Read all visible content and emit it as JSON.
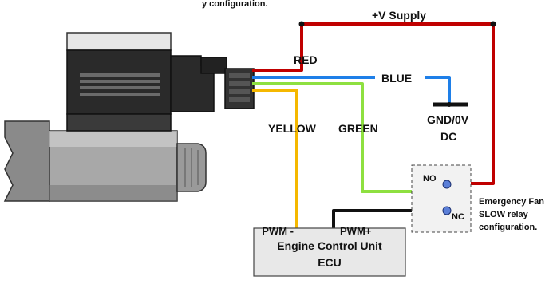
{
  "top_caption": "y conﬁguration.",
  "supply_label": "+V Supply",
  "wire_labels": {
    "red": "RED",
    "blue": "BLUE",
    "yellow": "YELLOW",
    "green": "GREEN"
  },
  "ground": {
    "line1": "GND/0V",
    "line2": "DC"
  },
  "relay": {
    "no_label": "NO",
    "nc_label": "NC",
    "caption_line1": "Emergency Fan",
    "caption_line2": "SLOW relay",
    "caption_line3": "configuration."
  },
  "pwm_labels": {
    "minus": "PWM -",
    "plus": "PWM+"
  },
  "ecu": {
    "line1": "Engine Control Unit",
    "line2": "ECU"
  },
  "colors": {
    "red_wire": "#c00000",
    "blue_wire": "#1e7fe8",
    "yellow_wire": "#f5b800",
    "green_wire": "#8ee040",
    "black_wire": "#111111",
    "ecu_fill": "#e8e8e8",
    "relay_contact": "#5b7fd8"
  }
}
